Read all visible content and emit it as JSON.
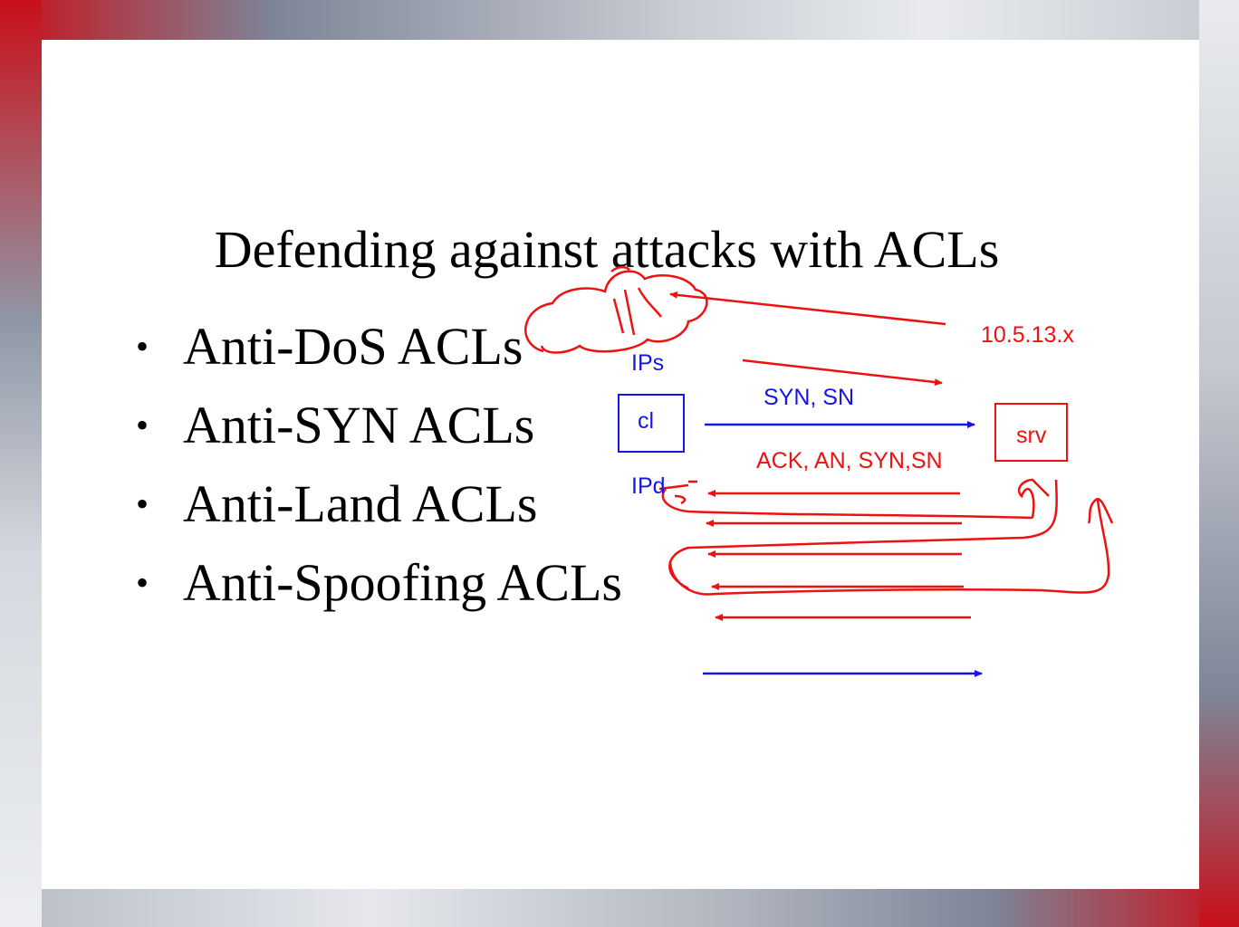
{
  "slide": {
    "title": "Defending against attacks with ACLs",
    "bullet_symbol": "•",
    "bullets": [
      "Anti-DoS ACLs",
      "Anti-SYN ACLs",
      "Anti-Land ACLs",
      "Anti-Spoofing ACLs"
    ]
  },
  "annotations": {
    "ip_range": "10.5.13.x",
    "ips": "IPs",
    "client": "cl",
    "server": "srv",
    "syn_label": "SYN, SN",
    "ack_label": "ACK, AN, SYN,SN",
    "ips_dest": "IPd"
  },
  "colors": {
    "ink_red": "#ee1111",
    "ink_blue": "#1515e6",
    "frame_red": "#c8101a"
  }
}
